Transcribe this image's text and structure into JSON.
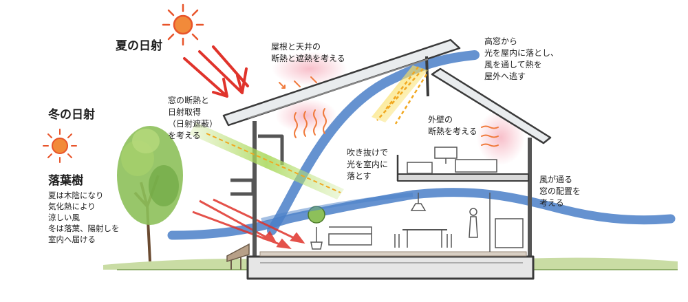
{
  "labels": {
    "summer_sun": "夏の日射",
    "winter_sun": "冬の日射",
    "tree_title": "落葉樹",
    "tree_desc": "夏は木陰になり\n気化熱により\n涼しい風\n冬は落葉、陽射しを\n室内へ届ける",
    "roof": "屋根と天井の\n断熱と遮熱を考える",
    "clerestory": "高窓から\n光を屋内に落とし、\n風を通して熱を\n屋外へ逃す",
    "window": "窓の断熱と\n日射取得\n（日射遮蔽）\nを考える",
    "wall": "外壁の\n断熱を考える",
    "atrium": "吹き抜けで\n光を室内に\n落とす",
    "wind": "風が通る\n窓の配置を\n考える"
  },
  "colors": {
    "sun": "#e8542a",
    "summer_ray": "#e0332b",
    "wind": "#4a7fc8",
    "heat": "#f07a3c",
    "tree": "#7fb24a",
    "light": "#f4c63a",
    "wall_glow": "#f7b8c4",
    "house_outline": "#3a3a3a",
    "floor": "#9a8a7a"
  },
  "icons": [
    "summer-sun-icon",
    "winter-sun-icon"
  ]
}
